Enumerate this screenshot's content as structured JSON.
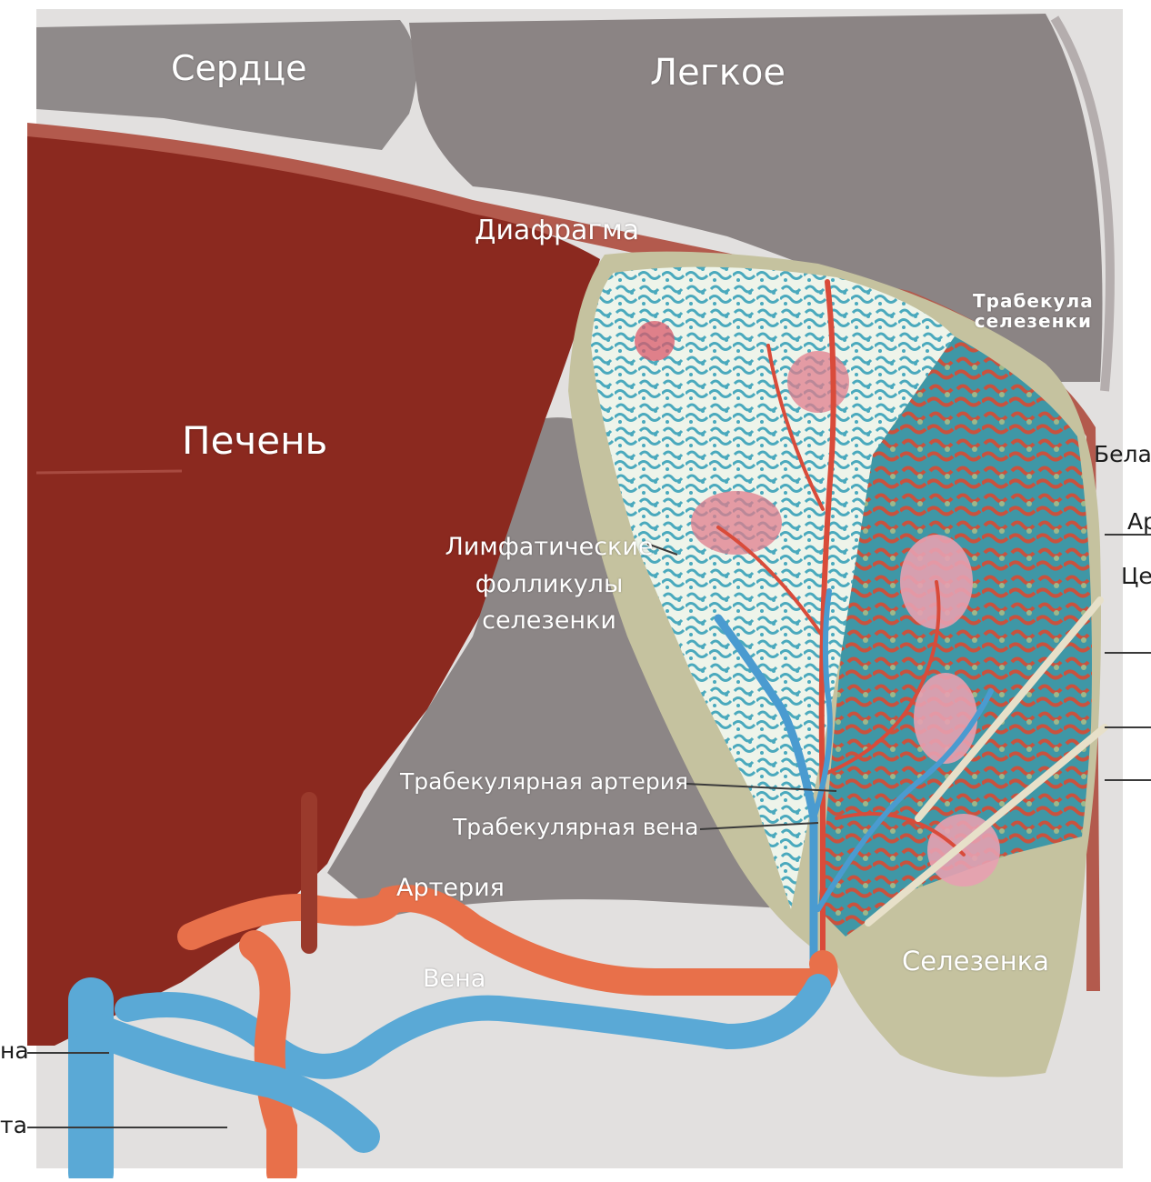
{
  "labels": {
    "heart": "Сердце",
    "lung": "Легкое",
    "diaphragm": "Диафрагма",
    "trabecula": [
      "Трабекула",
      "селезенки"
    ],
    "liver": "Печень",
    "lymph_follicles": [
      "Лимфатические",
      "фолликулы",
      "селезенки"
    ],
    "trabecular_artery": "Трабекулярная артерия",
    "trabecular_vein": "Трабекулярная вена",
    "artery": "Артерия",
    "vein": "Вена",
    "spleen": "Селезенка",
    "cut_right": [
      "Бела",
      "Ар",
      "Це"
    ],
    "cut_left": [
      "на",
      "та"
    ]
  },
  "colors": {
    "liver": "#8c2a20",
    "lung": "#8d8686",
    "diaphragm": "#b55a4e",
    "spleen_capsule": "#c7c4a0",
    "artery": "#ee7a52",
    "vein": "#5fa8d3",
    "pulp_blue": "#5ab0c2",
    "pulp_red": "#d65a48"
  }
}
